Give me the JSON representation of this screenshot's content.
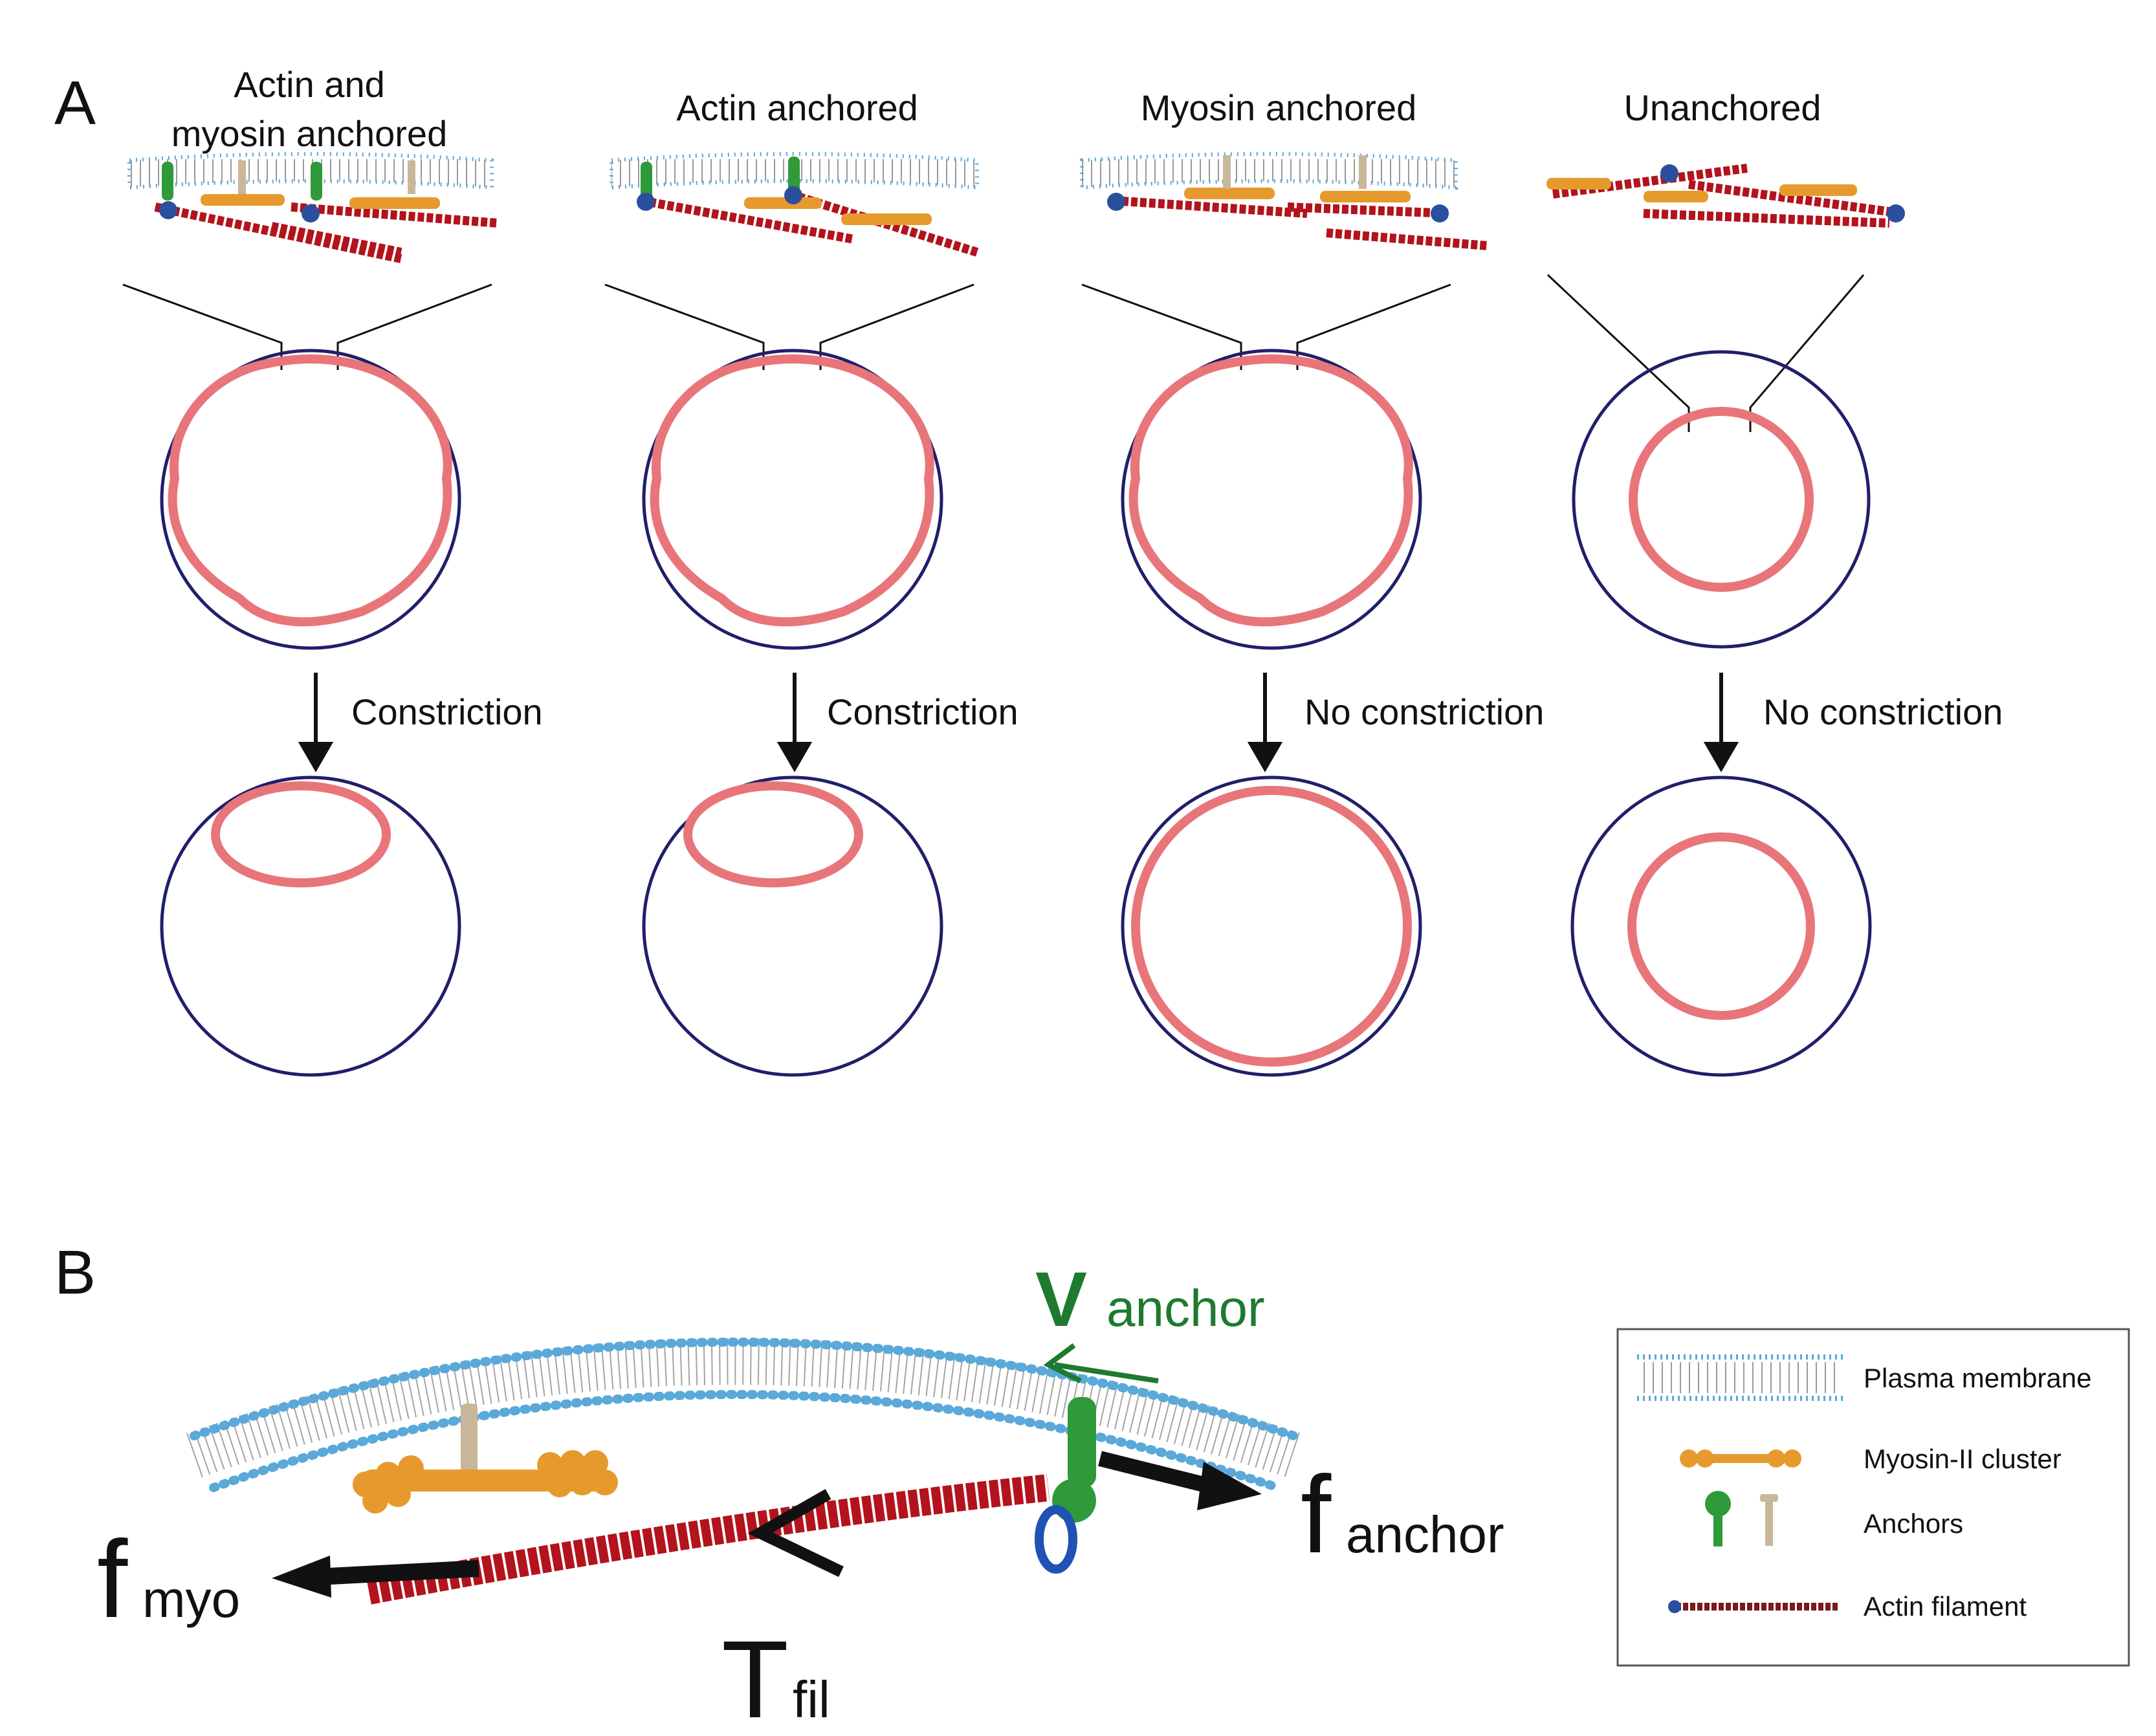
{
  "panel_a": {
    "letter": "A",
    "columns": [
      {
        "title_line1": "Actin and",
        "title_line2": "myosin anchored",
        "outcome": "Constriction"
      },
      {
        "title_line1": "Actin anchored",
        "title_line2": "",
        "outcome": "Constriction"
      },
      {
        "title_line1": "Myosin anchored",
        "title_line2": "",
        "outcome": "No constriction"
      },
      {
        "title_line1": "Unanchored",
        "title_line2": "",
        "outcome": "No constriction"
      }
    ]
  },
  "panel_b": {
    "letter": "B",
    "labels": {
      "f_myo_main": "f",
      "f_myo_sub": "myo",
      "t_fil_main": "T",
      "t_fil_sub": "fil",
      "v_anchor_main": "V",
      "v_anchor_sub": "anchor",
      "f_anchor_main": "f",
      "f_anchor_sub": "anchor"
    }
  },
  "legend": {
    "items": [
      {
        "label": "Plasma membrane"
      },
      {
        "label": "Myosin-II cluster"
      },
      {
        "label": "Anchors"
      },
      {
        "label": "Actin filament"
      }
    ]
  },
  "colors": {
    "cell_outline": "#1f1f6b",
    "ring": "#e8757a",
    "membrane_head": "#5aa9d8",
    "actin": "#b3131c",
    "myosin": "#e69a2e",
    "anchor_green": "#2e9a3a",
    "anchor_tan": "#c9b79a",
    "velocity_green": "#1e7a2e"
  }
}
